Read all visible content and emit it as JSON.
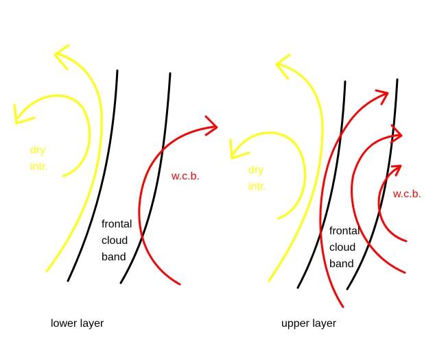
{
  "colors": {
    "dry_intrusion": "#ffff00",
    "warm_conveyor_belt": "#ff0000",
    "frontal_cloud_band": "#000000",
    "background": "#ffffff"
  },
  "lower_layer": {
    "caption": "lower layer",
    "dry_label_line1": "dry",
    "dry_label_line2": "intr.",
    "wcb_label": "w.c.b.",
    "front_label_line1": "frontal",
    "front_label_line2": "cloud",
    "front_label_line3": "band"
  },
  "upper_layer": {
    "caption": "upper layer",
    "dry_label_line1": "dry",
    "dry_label_line2": "intr.",
    "wcb_label": "w.c.b.",
    "front_label_line1": "frontal",
    "front_label_line2": "cloud",
    "front_label_line3": "band"
  }
}
